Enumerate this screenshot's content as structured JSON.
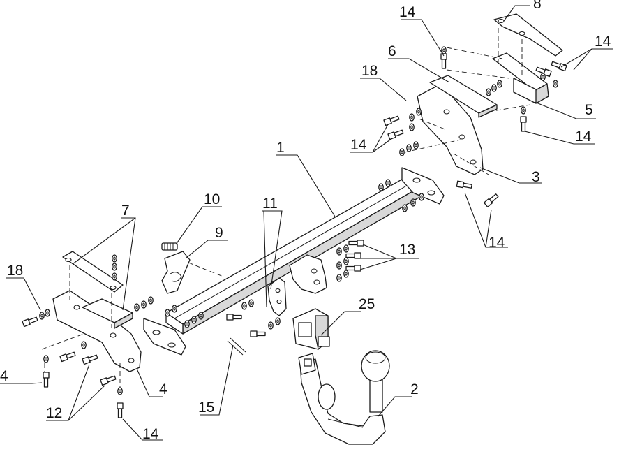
{
  "labels": {
    "n1": "1",
    "n2": "2",
    "n3": "3",
    "n4a": "4",
    "n4b": "4",
    "n5": "5",
    "n6": "6",
    "n7": "7",
    "n8": "8",
    "n9": "9",
    "n10": "10",
    "n11": "11",
    "n12": "12",
    "n13": "13",
    "n14a": "14",
    "n14b": "14",
    "n14c": "14",
    "n14d": "14",
    "n14e": "14",
    "n14f": "14",
    "n15": "15",
    "n18a": "18",
    "n18b": "18",
    "n25": "25"
  },
  "colors": {
    "line": "#1a1a1a",
    "shade": "#d9d9d9",
    "background": "#ffffff"
  }
}
